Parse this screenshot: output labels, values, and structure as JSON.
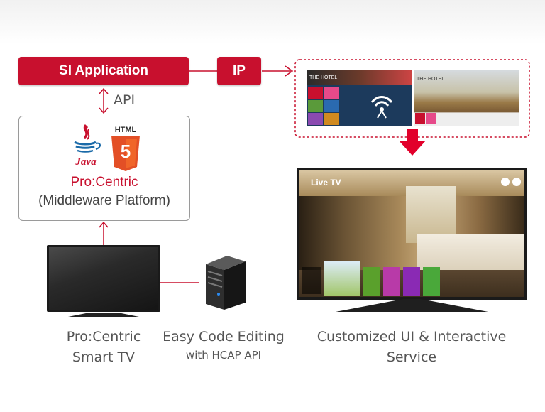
{
  "header": {
    "blank": ""
  },
  "si_application": {
    "label": "SI Application"
  },
  "ip": {
    "label": "IP"
  },
  "api": {
    "label": "API"
  },
  "middleware": {
    "java_label": "Java",
    "html_label": "HTML",
    "html_badge": "5",
    "brand": "Pro:Centric",
    "subtitle": "(Middleware Platform)"
  },
  "smart_tv": {
    "line1": "Pro:Centric",
    "line2": "Smart TV"
  },
  "code_editing": {
    "line1": "Easy Code Editing",
    "line2": "with HCAP API"
  },
  "customized": {
    "line1": "Customized UI & Interactive",
    "line2": "Service"
  },
  "preview_left": {
    "hotel": "THE HOTEL"
  },
  "preview_right": {
    "hotel": "THE HOTEL"
  },
  "big_tv": {
    "live_tv": "Live TV"
  },
  "colors": {
    "accent": "#c8102e",
    "text": "#555555",
    "border": "#9a9a9a"
  }
}
